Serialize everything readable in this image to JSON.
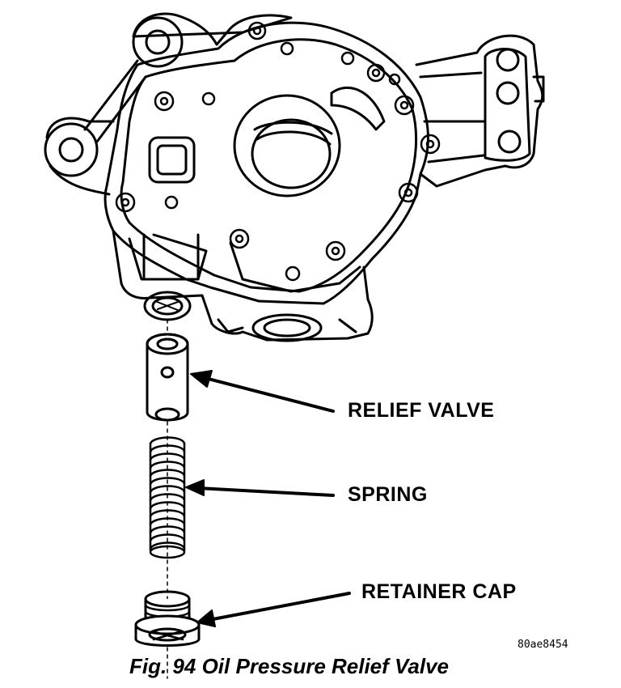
{
  "figure": {
    "caption": "Fig. 94 Oil Pressure Relief Valve",
    "ref_code": "80ae8454"
  },
  "callouts": {
    "relief_valve": "RELIEF VALVE",
    "spring": "SPRING",
    "retainer_cap": "RETAINER CAP"
  }
}
